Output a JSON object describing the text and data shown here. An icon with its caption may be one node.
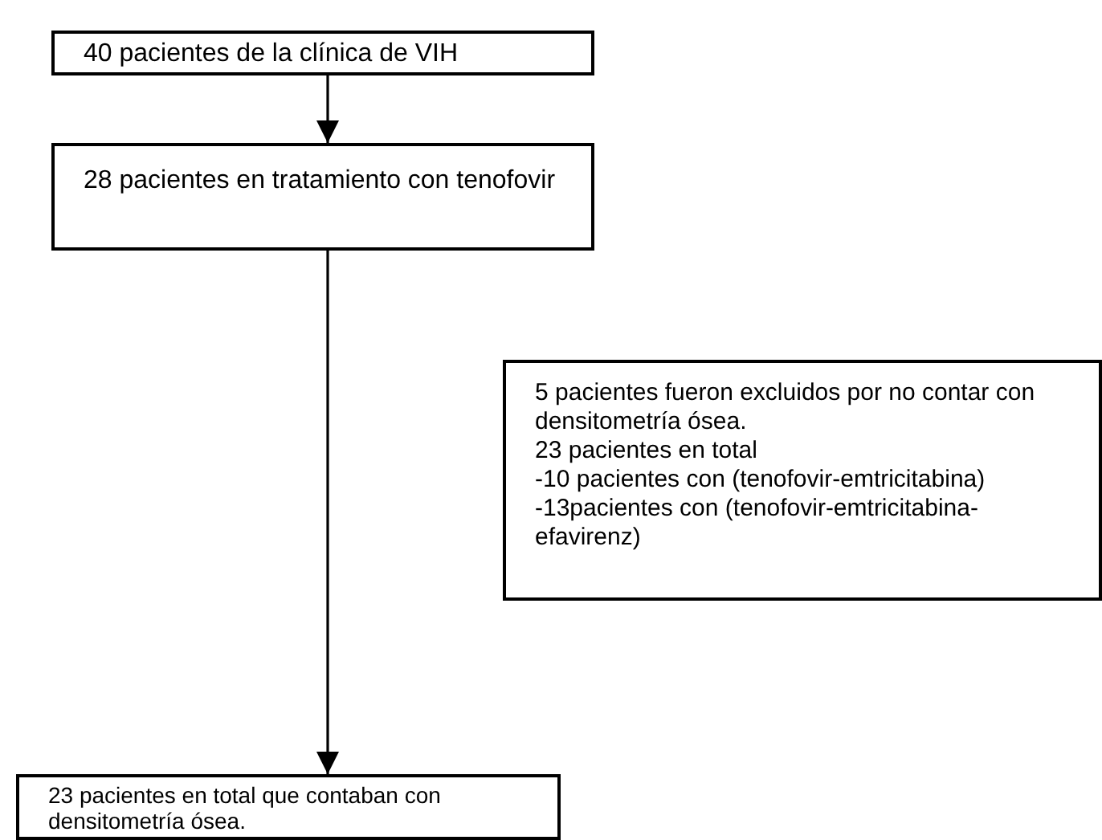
{
  "diagram": {
    "nodes": [
      {
        "text": [
          "40 pacientes de la clínica de VIH"
        ]
      },
      {
        "text": [
          "28 pacientes en tratamiento con tenofovir"
        ]
      },
      {
        "text": [
          "5 pacientes fueron excluidos por no contar con densitometría ósea.",
          "23 pacientes en total",
          "-10 pacientes con (tenofovir-emtricitabina)",
          "-13pacientes con (tenofovir-emtricitabina- efavirenz)"
        ]
      },
      {
        "text": [
          "23 pacientes en total que contaban con densitometría ósea."
        ]
      }
    ],
    "edges": [
      {
        "from": 0,
        "to": 1,
        "arrow": "to"
      },
      {
        "from": 1,
        "to": 3,
        "arrow": "to"
      }
    ]
  }
}
